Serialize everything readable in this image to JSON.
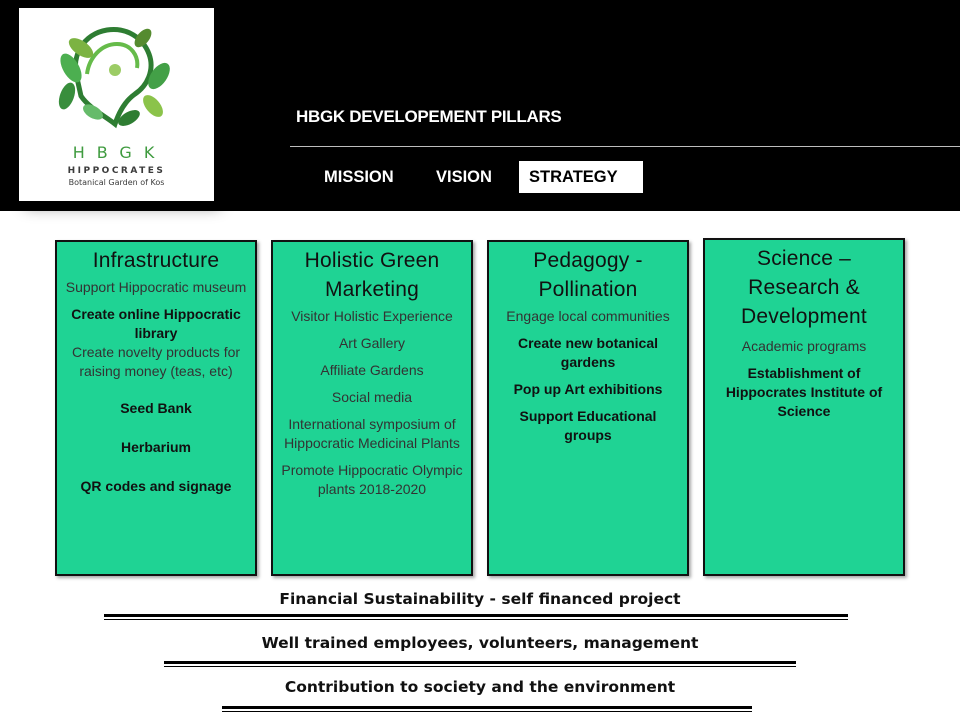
{
  "logo": {
    "letters": "HBGK",
    "name": "HIPPOCRATES",
    "subtitle": "Botanical Garden of Kos"
  },
  "header": {
    "title": "HBGK DEVELOPEMENT PILLARS",
    "tabs": [
      {
        "label": "MISSION",
        "active": false
      },
      {
        "label": "VISION",
        "active": false
      },
      {
        "label": "STRATEGY",
        "active": true
      }
    ]
  },
  "colors": {
    "pillar_fill": "#1fd394",
    "header_band": "#000000",
    "logo_green": "#3f9b3f"
  },
  "pillars": [
    {
      "title": "Infrastructure",
      "items": [
        "Support Hippocratic museum",
        "Create online Hippocratic library",
        "Create novelty products for raising money (teas, etc)",
        "Seed Bank",
        "Herbarium",
        "QR codes and signage"
      ]
    },
    {
      "title": "Holistic Green Marketing",
      "items": [
        "Visitor Holistic Experience",
        "Art Gallery",
        "Affiliate Gardens",
        "Social media",
        "International symposium of Hippocratic Medicinal Plants",
        "Promote Hippocratic Olympic plants 2018-2020"
      ]
    },
    {
      "title": "Pedagogy - Pollination",
      "items": [
        "Engage local communities",
        "Create new botanical gardens",
        "Pop up Art exhibitions",
        "Support Educational groups"
      ]
    },
    {
      "title": "Science  – Research  & Development",
      "items": [
        "Academic programs",
        "Establishment of Hippocrates Institute of Science"
      ]
    }
  ],
  "foundations": [
    "Financial Sustainability  - self financed project",
    "Well trained employees, volunteers, management",
    "Contribution to society and the environment"
  ]
}
